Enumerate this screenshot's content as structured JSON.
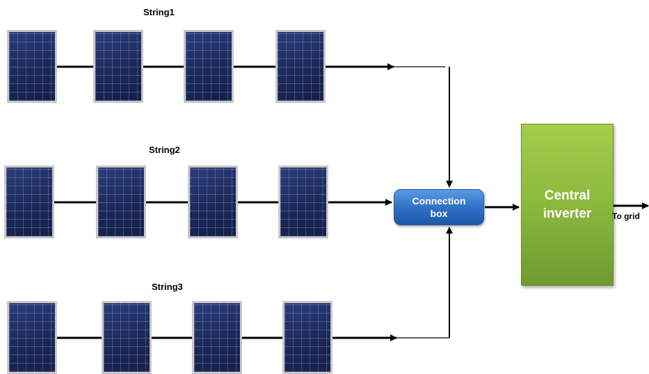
{
  "strings": [
    {
      "label": "String1"
    },
    {
      "label": "String2"
    },
    {
      "label": "String3"
    }
  ],
  "connection_box": {
    "line1": "Connection",
    "line2": "box"
  },
  "inverter": {
    "line1": "Central",
    "line2": "inverter"
  },
  "output": {
    "label": "To grid"
  },
  "colors": {
    "panel": "#1f2d5c",
    "panel_frame": "#c8c8c8",
    "connection_box": "#2c6fc5",
    "inverter": "#8cb83e",
    "wire": "#000000"
  }
}
